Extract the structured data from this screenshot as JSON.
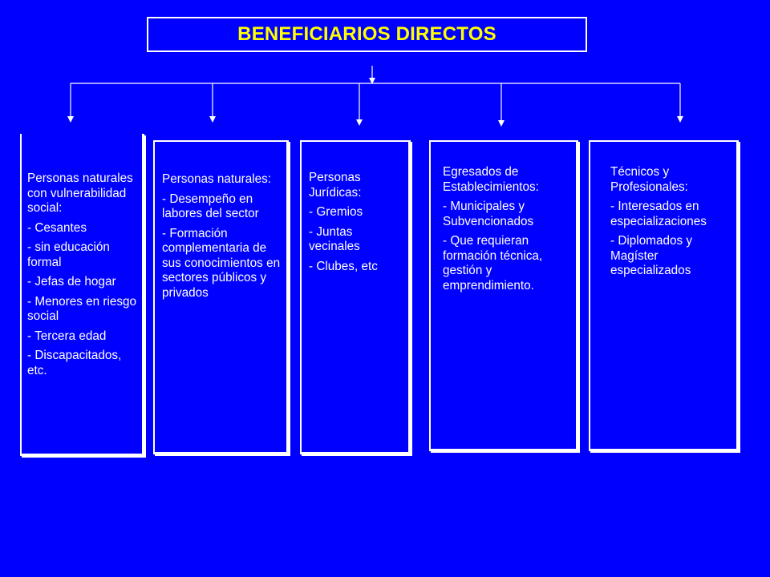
{
  "title": "BENEFICIARIOS DIRECTOS",
  "colors": {
    "background": "#0000FF",
    "title_text": "#FFFF00",
    "lines": "#FFFFFF",
    "body_text": "#FFFFFF"
  },
  "groups": [
    {
      "header": "Personas naturales con vulnerabilidad social:",
      "items": [
        "- Cesantes",
        "- sin educación formal",
        "- Jefas de hogar",
        "- Menores en riesgo social",
        "- Tercera edad",
        "- Discapacitados, etc."
      ]
    },
    {
      "header": "Personas naturales:",
      "items": [
        "- Desempeño en labores del sector",
        "- Formación complementaria de sus conocimientos en sectores públicos y privados"
      ]
    },
    {
      "header": "Personas Jurídicas:",
      "items": [
        "- Gremios",
        "- Juntas vecinales",
        "- Clubes, etc"
      ]
    },
    {
      "header": "Egresados de Establecimientos:",
      "items": [
        "- Municipales y Subvencionados",
        "- Que requieran formación técnica, gestión y emprendimiento."
      ]
    },
    {
      "header": "Técnicos y Profesionales:",
      "items": [
        "- Interesados en especializaciones",
        "- Diplomados y Magíster especializados"
      ]
    }
  ]
}
